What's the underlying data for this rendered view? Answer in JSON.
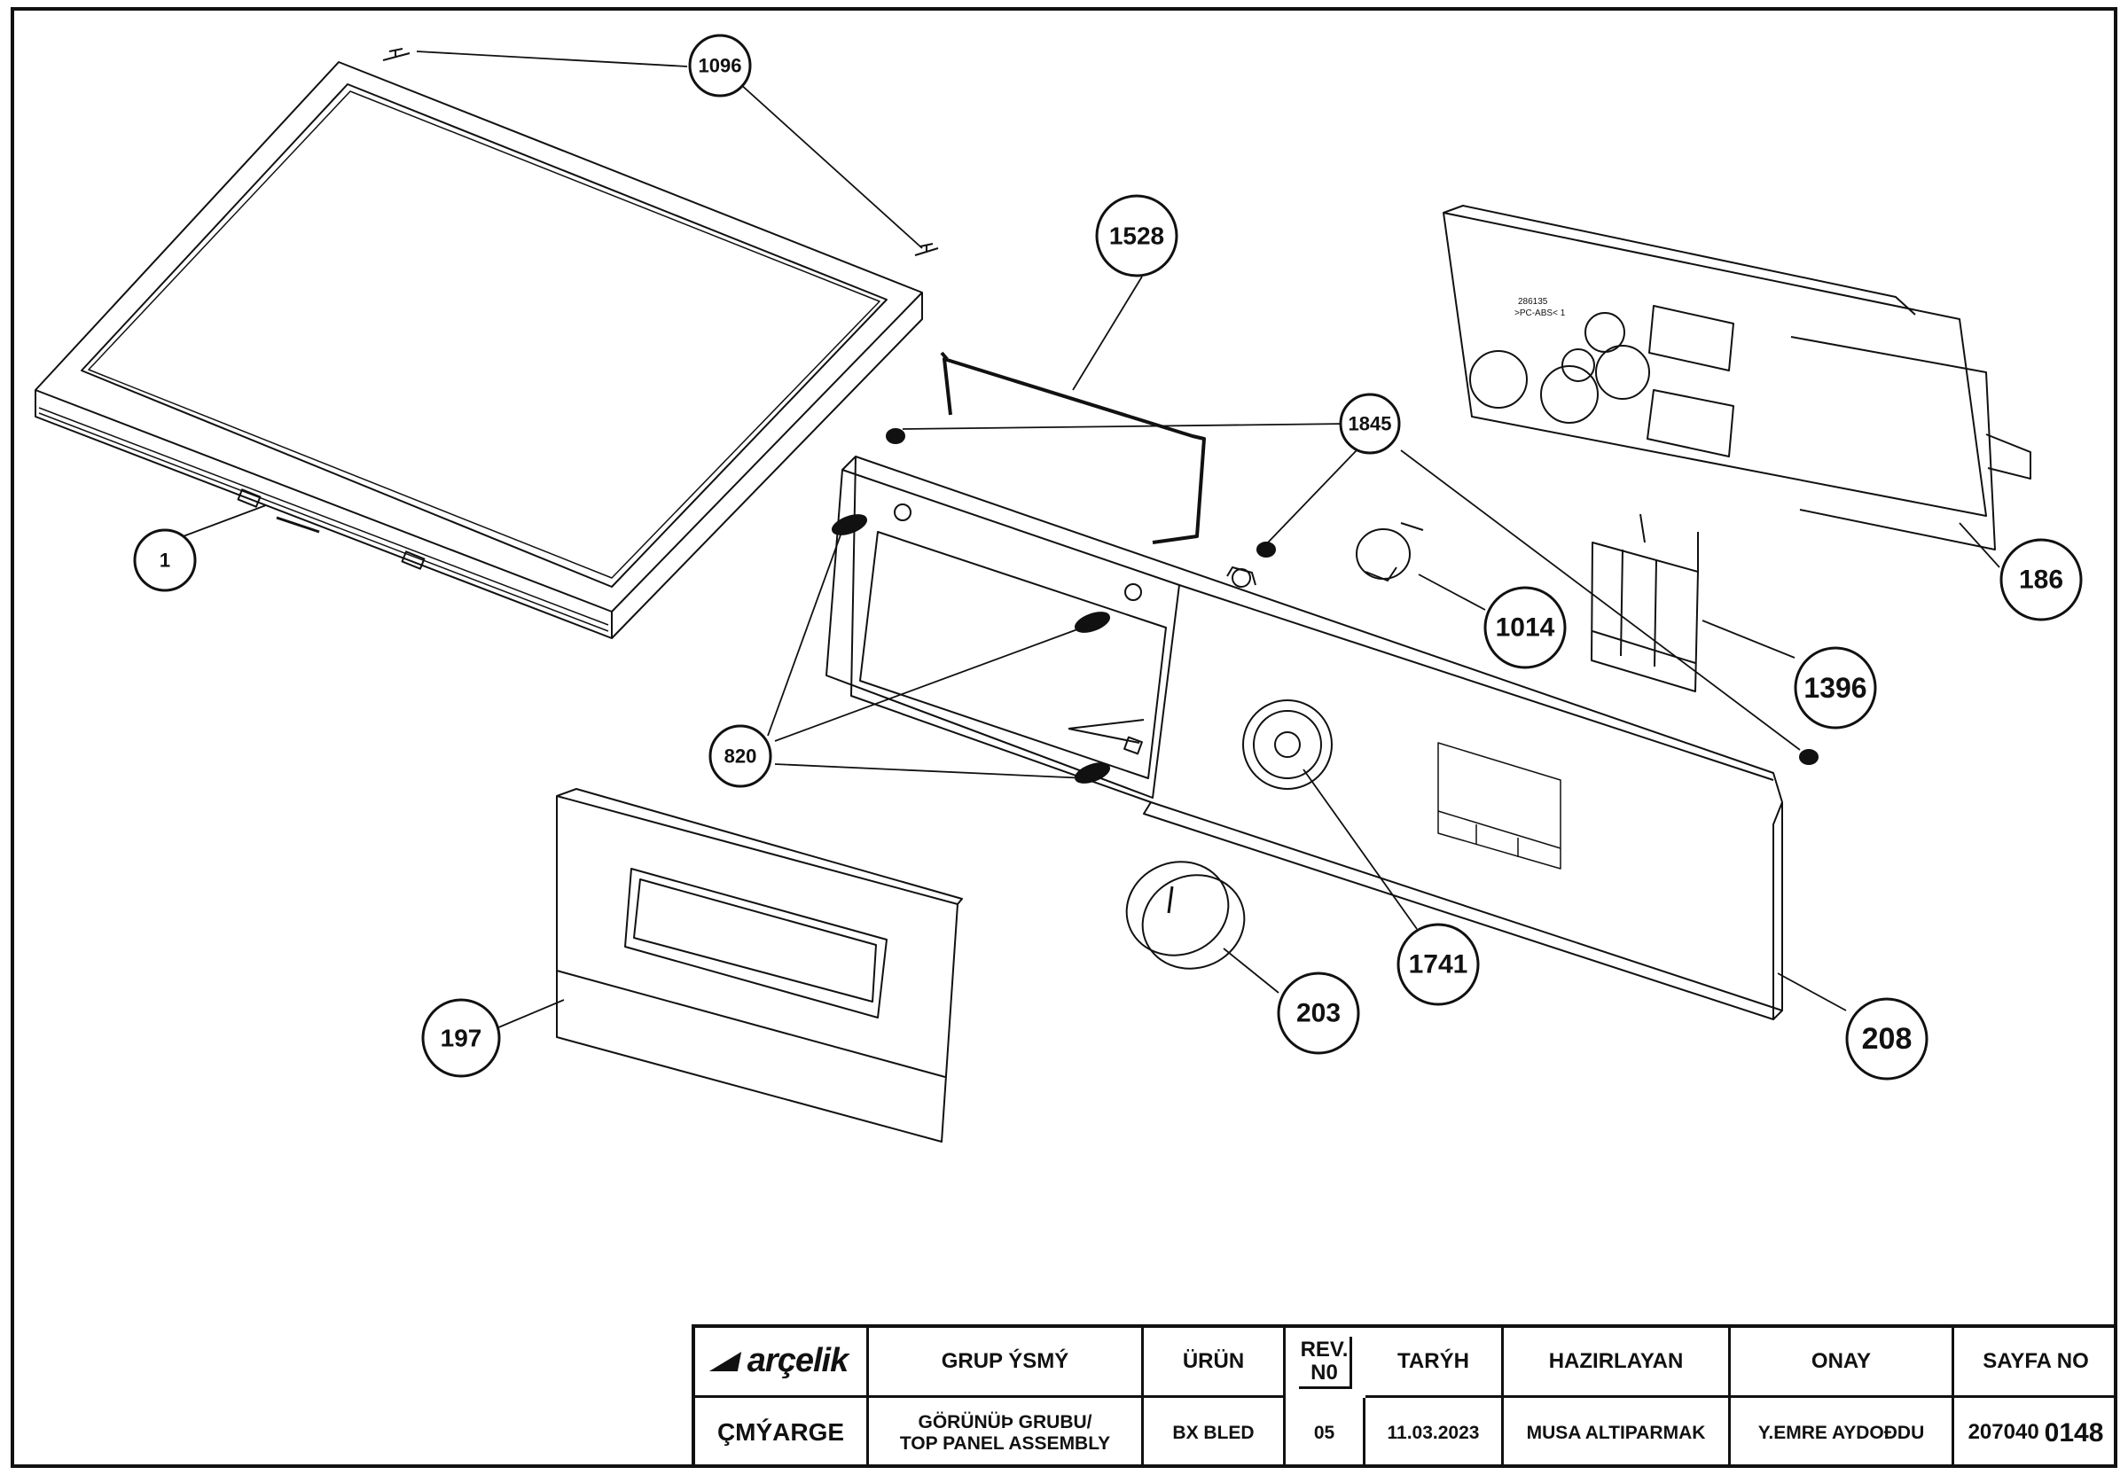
{
  "callouts": [
    "1096",
    "1528",
    "1845",
    "186",
    "1014",
    "1396",
    "1",
    "820",
    "197",
    "203",
    "1741",
    "208"
  ],
  "title_block": {
    "logo_text": "arçelik",
    "headers": {
      "group_name": "GRUP ÝSMÝ",
      "product": "ÜRÜN",
      "rev_no": "REV. N0",
      "date": "TARÝH",
      "prepared_by": "HAZIRLAYAN",
      "approval": "ONAY",
      "page_no": "SAYFA NO"
    },
    "values": {
      "brand": "ÇMÝARGE",
      "group_name_line1": "GÖRÜNÜÞ GRUBU/",
      "group_name_line2": "TOP PANEL ASSEMBLY",
      "product": "BX BLED",
      "rev_no": "05",
      "date": "11.03.2023",
      "prepared_by": "MUSA ALTIPARMAK",
      "approval": "Y.EMRE AYDOÐDU",
      "page_prefix": "207040",
      "page_number": "0148"
    }
  },
  "pcb_label": {
    "line1": "286135",
    "line2": ">PC-ABS< 1"
  }
}
